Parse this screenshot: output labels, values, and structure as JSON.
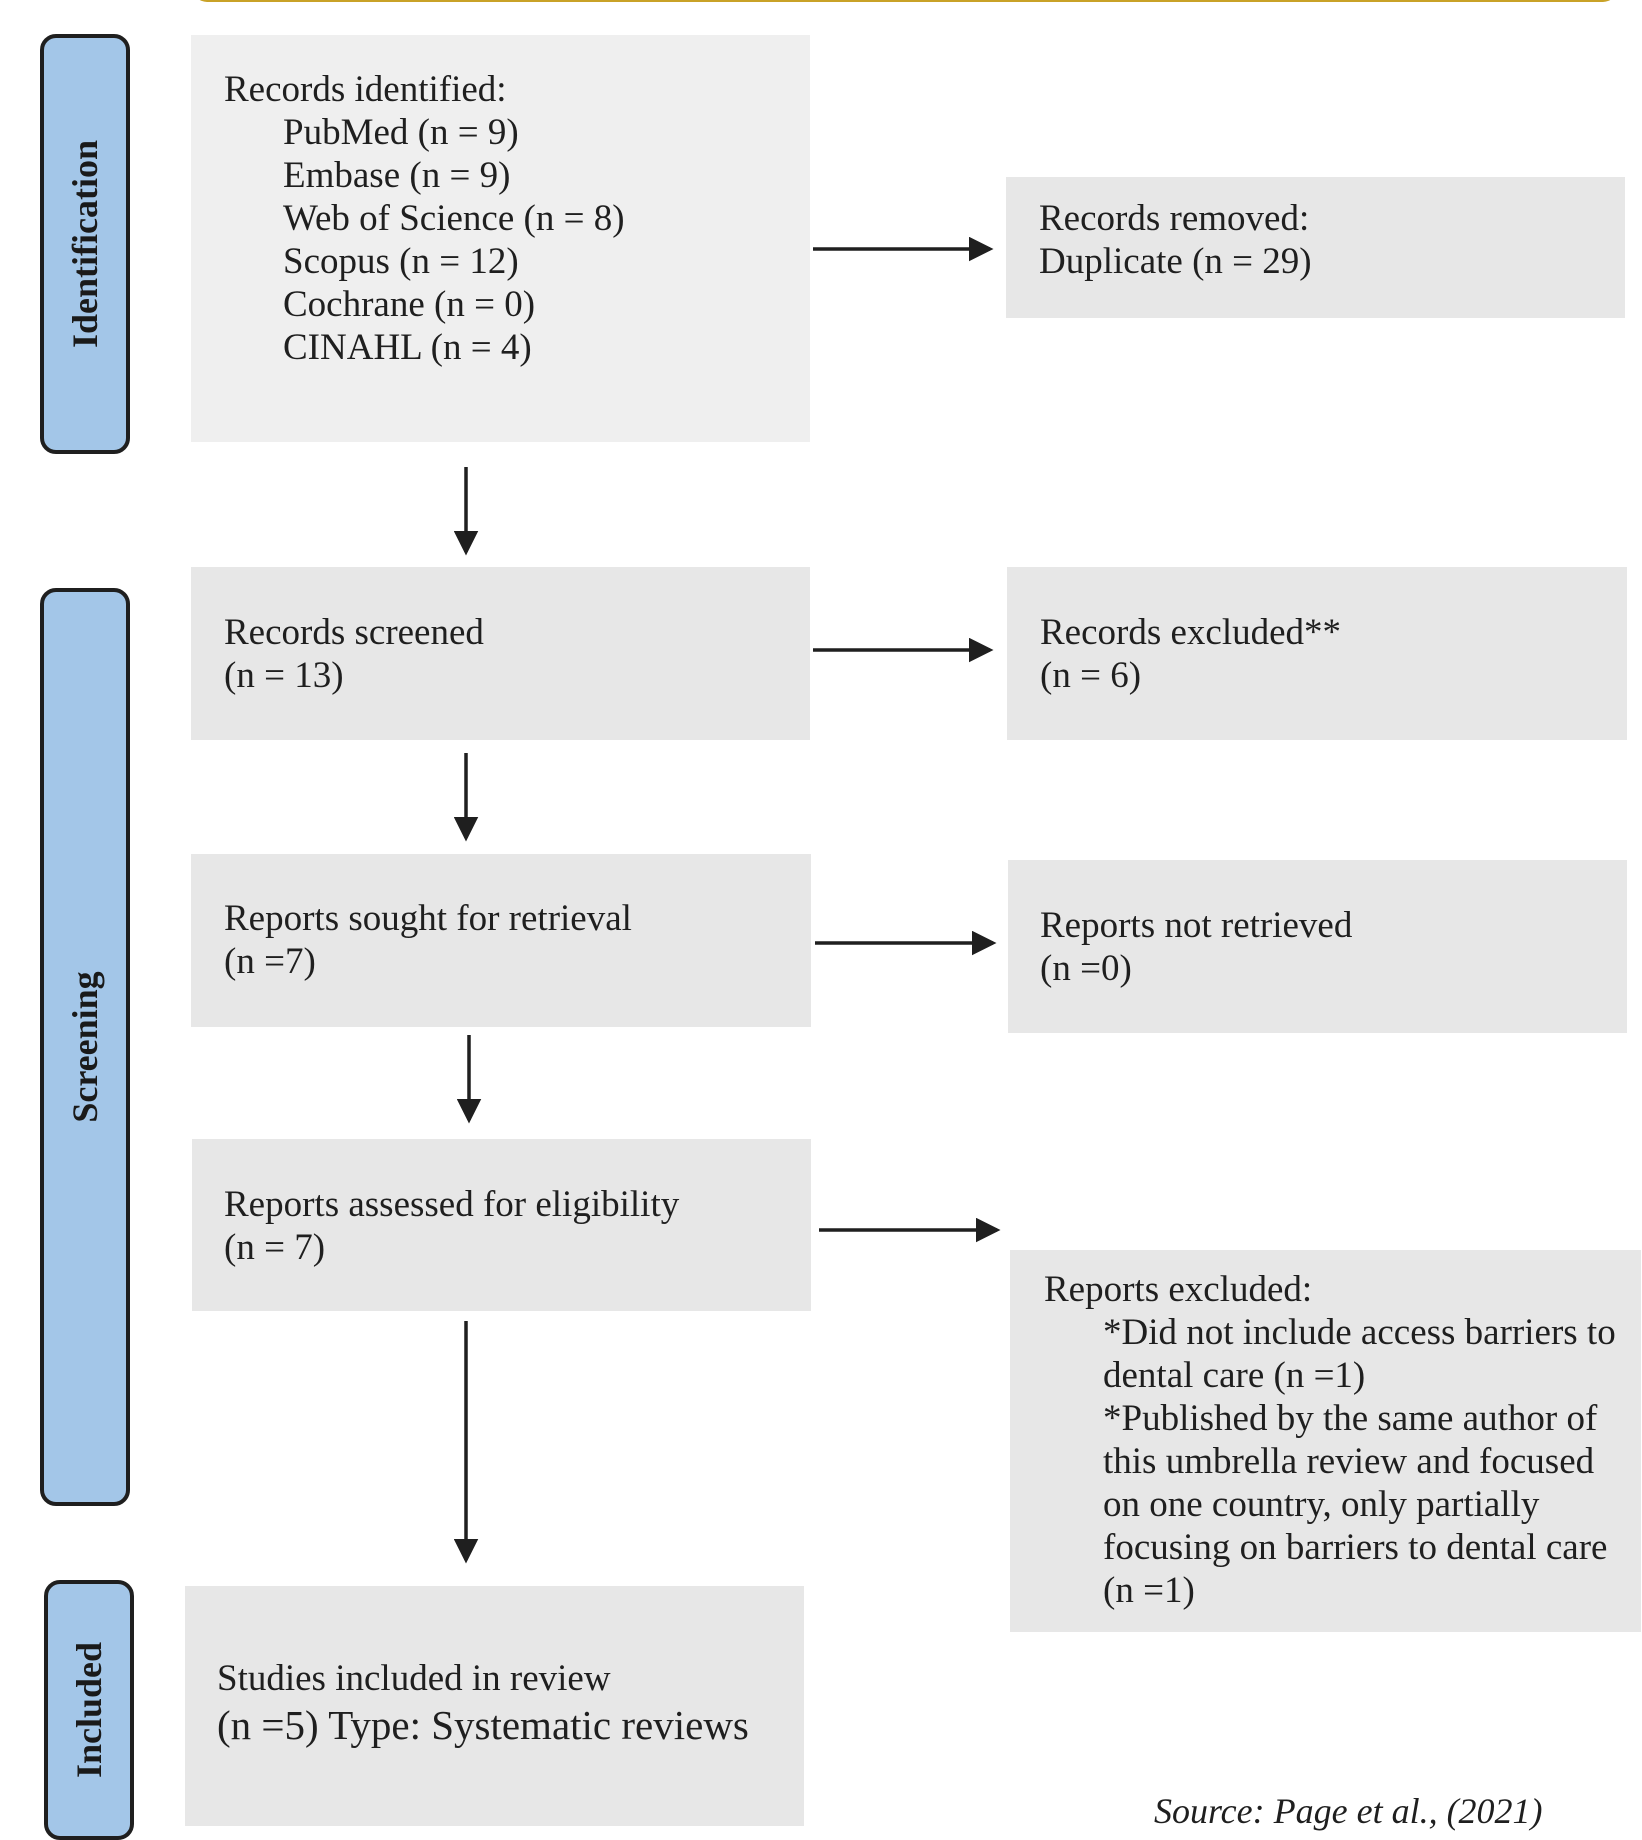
{
  "phases": {
    "identification": "Identification",
    "screening": "Screening",
    "included": "Included"
  },
  "identification": {
    "heading": "Records identified:",
    "sources": [
      "PubMed (n = 9)",
      "Embase (n = 9)",
      "Web of Science (n = 8)",
      "Scopus (n = 12)",
      "Cochrane (n = 0)",
      "CINAHL (n = 4)"
    ]
  },
  "removed": {
    "heading": "Records removed:",
    "detail": "Duplicate (n = 29)"
  },
  "screened": {
    "label": "Records screened",
    "count": "(n = 13)"
  },
  "excluded_records": {
    "label": "Records excluded**",
    "count": "(n = 6)"
  },
  "sought": {
    "label": "Reports sought for retrieval",
    "count": "(n =7)"
  },
  "not_retrieved": {
    "label": "Reports not retrieved",
    "count": "(n =0)"
  },
  "assessed": {
    "label": "Reports assessed for eligibility",
    "count": "(n = 7)"
  },
  "reports_excluded": {
    "heading": "Reports excluded:",
    "reasons": [
      "*Did not include access barriers to dental care (n =1)",
      "*Published by the same author of this umbrella review and focused on one country, only partially focusing on barriers to dental care (n =1)"
    ]
  },
  "included": {
    "label": "Studies included in review",
    "detail": "(n =5) Type: Systematic reviews"
  },
  "source_note": "Source: Page et al., (2021)",
  "colors": {
    "phase_fill": "#A3C6E8",
    "box_fill": "#e7e7e7",
    "top_border": "#C9A227"
  }
}
